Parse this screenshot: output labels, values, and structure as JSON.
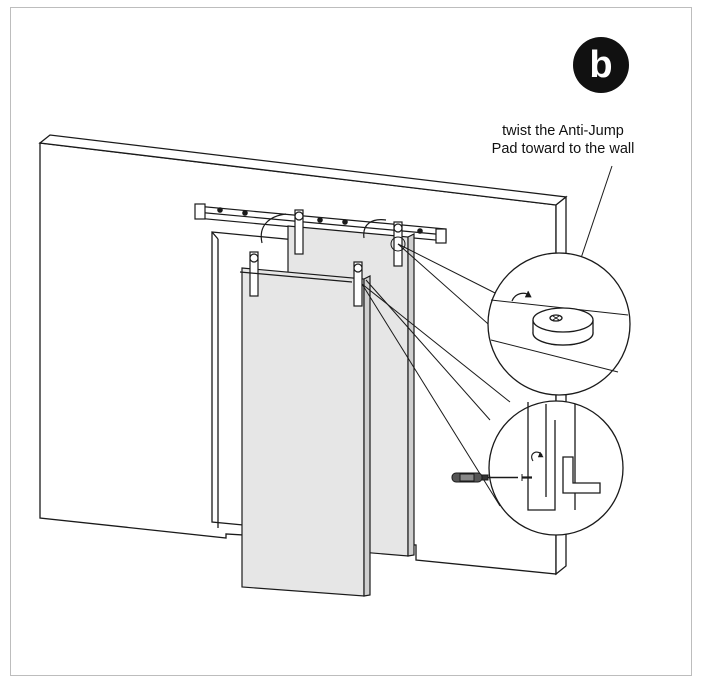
{
  "step": {
    "badge_label": "b"
  },
  "callout": {
    "line1": "twist the Anti-Jump",
    "line2": "Pad toward to the wall"
  },
  "colors": {
    "door_fill": "#e6e6e6",
    "line": "#1a1a1a",
    "background": "#ffffff",
    "badge": "#111111"
  }
}
